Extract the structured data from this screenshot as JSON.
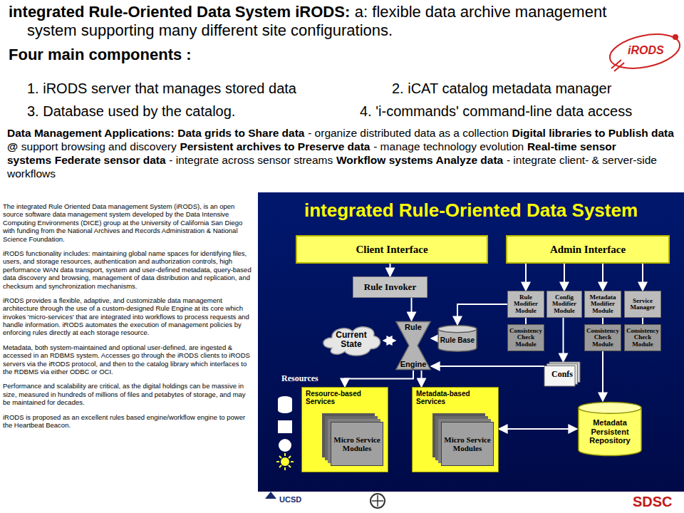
{
  "diagram": {
    "title": "integrated Rule-Oriented Data System iRODS:",
    "nodes": [
      {
        "text": [
          "integrated Rule-Oriented Data System"
        ]
      },
      {
        "text": [
          "Client Interface"
        ],
        "in": 0
      },
      {
        "text": [
          "Admin Interface"
        ],
        "in": 0
      },
      {
        "text": [
          "Rule Invoker"
        ],
        "in": 0
      },
      {
        "text": [
          "Rule Modifier Module"
        ],
        "in": 0
      },
      {
        "text": [
          "Config Modifier Module"
        ],
        "in": 0
      },
      {
        "text": [
          "Metadata Modifier Module"
        ],
        "in": 0
      },
      {
        "text": [
          "Service Manager"
        ],
        "in": 0
      },
      {
        "text": [
          "Consistency Check Module"
        ],
        "in": 0
      },
      {
        "text": [
          "Consistency Check Module"
        ],
        "in": 0
      },
      {
        "text": [
          "Consistency Check Module"
        ],
        "in": 0
      },
      {
        "text": [
          "Current State"
        ],
        "in": 0
      },
      {
        "text": [
          "Rule",
          "Engine"
        ],
        "in": 0
      },
      {
        "text": [
          "Rule Base"
        ],
        "in": 0
      },
      {
        "text": [
          "Confs"
        ],
        "in": 0
      },
      {
        "text": [
          "Resource-based Services"
        ],
        "in": 0
      },
      {
        "text": [
          "Micro Service Modules"
        ],
        "in": 15
      },
      {
        "text": [
          "Metadata-based Services"
        ],
        "in": 0
      },
      {
        "text": [
          "Micro Service Modules"
        ],
        "in": 17
      },
      {
        "text": [
          "Metadata Persistent Repository"
        ],
        "in": 0
      }
    ],
    "edges": [
      {
        "from": 1,
        "to": 3,
        "arrow": "to"
      },
      {
        "from": 3,
        "to": 12,
        "arrow": "to"
      },
      {
        "from": 12,
        "to": 11,
        "arrow": "both"
      },
      {
        "from": 13,
        "to": 12,
        "arrow": "to"
      },
      {
        "from": 2,
        "to": 4,
        "arrow": "to"
      },
      {
        "from": 2,
        "to": 5,
        "arrow": "to"
      },
      {
        "from": 2,
        "to": 6,
        "arrow": "to"
      },
      {
        "from": 2,
        "to": 7,
        "arrow": "to"
      },
      {
        "from": 4,
        "to": 8,
        "arrow": "none"
      },
      {
        "from": 6,
        "to": 9,
        "arrow": "none"
      },
      {
        "from": 7,
        "to": 10,
        "arrow": "none"
      },
      {
        "from": 4,
        "to": 13,
        "arrow": "to"
      },
      {
        "from": 5,
        "to": 14,
        "arrow": "to"
      },
      {
        "from": 14,
        "to": 12,
        "arrow": "to"
      },
      {
        "from": 12,
        "to": 15,
        "arrow": "to"
      },
      {
        "from": 12,
        "to": 17,
        "arrow": "to"
      },
      {
        "from": 17,
        "to": 19,
        "arrow": "both"
      },
      {
        "from": 9,
        "to": 19,
        "arrow": "to"
      }
    ],
    "labels": [
      "a: flexible data archive management system supporting many different site configurations.",
      "Four main components :",
      "1. iRODS server that manages stored data",
      "2. iCAT catalog metadata manager",
      "3. Database used by the catalog.",
      "4. 'i-commands' command-line data access",
      "Data Management Applications:",
      "Data grids to Share data",
      "- organize distributed data as a collection",
      "Digital libraries to Publish data @",
      "support browsing and discovery",
      "Persistent archives to Preserve data",
      "- manage technology evolution",
      "Real-time sensor systems",
      "Federate sensor data",
      "- integrate across sensor streams",
      "Workflow systems Analyze data",
      "- integrate client- & server-side workflows",
      "The integrated Rule Oriented Data management System (iRODS), is an open source software data management system developed by the Data Intensive Computing Environments (DICE) group at the University of California San Diego with funding from the National Archives and Records Administration & National Science Foundation.",
      "iRODS functionality includes: maintaining global name spaces for identifying files, users, and storage resources, authentication and authorization controls, high performance WAN data transport, system and user-defined metadata, query-based data discovery and browsing, management of data distribution and replication, and checksum and synchronization mechanisms.",
      "iRODS provides a flexible, adaptive, and customizable data management architecture through the use of a custom-designed Rule Engine at its core which invokes 'micro-services' that are integrated into workflows to process requests and handle information. iRODS automates the execution of management policies by enforcing rules directly at each storage resource.",
      "Metadata, both system-maintained and optional user-defined, are ingested & accessed in an RDBMS system. Accesses go through the iRODS clients to iRODS servers via the iRODS protocol, and then to the catalog library which interfaces to the RDBMS via either ODBC or OCI.",
      "Performance and scalability are critical, as the digital holdings can be massive in size, measured in hundreds of millions of files and petabytes of storage, and may be maintained for decades.",
      "iRODS is proposed as an excellent rules based engine/workflow engine to power the Heartbeat Beacon.",
      "Resources",
      "iRODS",
      "UCSD",
      "SDSC"
    ]
  }
}
